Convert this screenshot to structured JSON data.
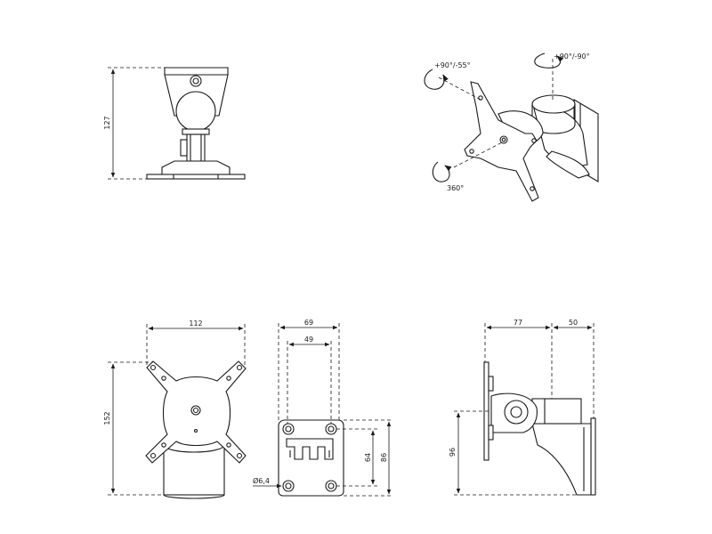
{
  "dimensions": {
    "side_height": "127",
    "front_width": "112",
    "front_height": "152",
    "wall_plate_outer": "69",
    "wall_plate_inner": "49",
    "hole_vertical": "64",
    "plate_height": "86",
    "hole_diameter": "Ø6,4",
    "depth_arm": "77",
    "depth_wall": "50",
    "side_low_height": "96"
  },
  "rotations": {
    "tilt": "+90°/-55°",
    "swivel": "+90°/-90°",
    "rotate": "360°"
  }
}
